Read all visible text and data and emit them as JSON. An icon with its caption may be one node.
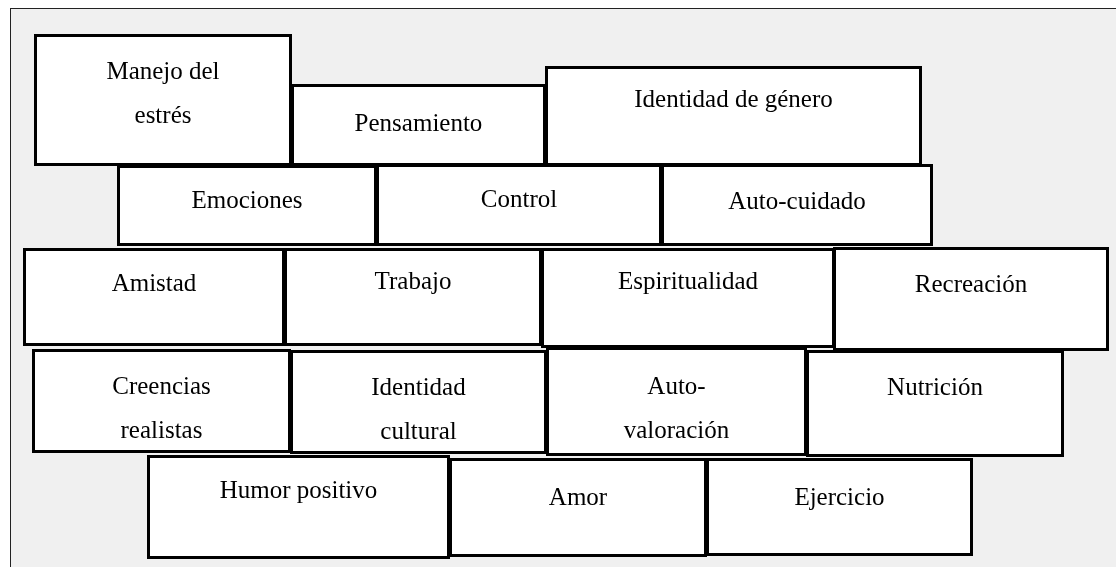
{
  "diagram": {
    "nodes": [
      {
        "text": [
          "Manejo del estrés"
        ]
      },
      {
        "text": [
          "Pensamiento"
        ]
      },
      {
        "text": [
          "Identidad de género"
        ]
      },
      {
        "text": [
          "Emociones"
        ]
      },
      {
        "text": [
          "Control"
        ]
      },
      {
        "text": [
          "Auto-cuidado"
        ]
      },
      {
        "text": [
          "Amistad"
        ]
      },
      {
        "text": [
          "Trabajo"
        ]
      },
      {
        "text": [
          "Espiritualidad"
        ]
      },
      {
        "text": [
          "Recreación"
        ]
      },
      {
        "text": [
          "Creencias realistas"
        ]
      },
      {
        "text": [
          "Identidad cultural"
        ]
      },
      {
        "text": [
          "Auto- valoración"
        ]
      },
      {
        "text": [
          "Nutrición"
        ]
      },
      {
        "text": [
          "Humor positivo"
        ]
      },
      {
        "text": [
          "Amor"
        ]
      },
      {
        "text": [
          "Ejercicio"
        ]
      }
    ]
  }
}
